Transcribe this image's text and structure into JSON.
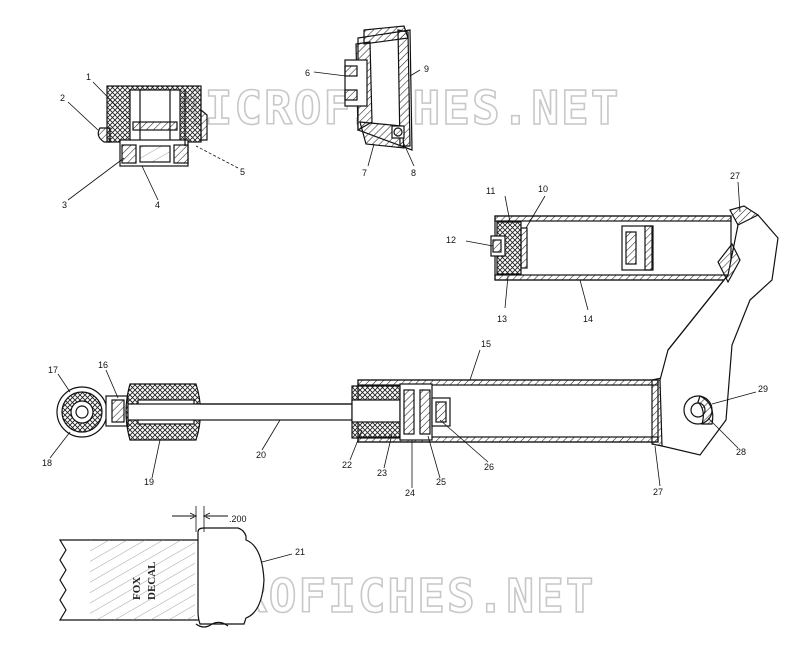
{
  "watermark": "MICROFICHES.NET",
  "decal_text": [
    "FOX",
    "DECAL"
  ],
  "dimension_label": ".200",
  "callouts": [
    "1",
    "2",
    "3",
    "4",
    "5",
    "6",
    "7",
    "8",
    "9",
    "10",
    "11",
    "12",
    "13",
    "14",
    "15",
    "16",
    "17",
    "18",
    "19",
    "20",
    "21",
    "22",
    "23",
    "24",
    "25",
    "26",
    "27",
    "28",
    "29"
  ],
  "callout_27b": "27"
}
